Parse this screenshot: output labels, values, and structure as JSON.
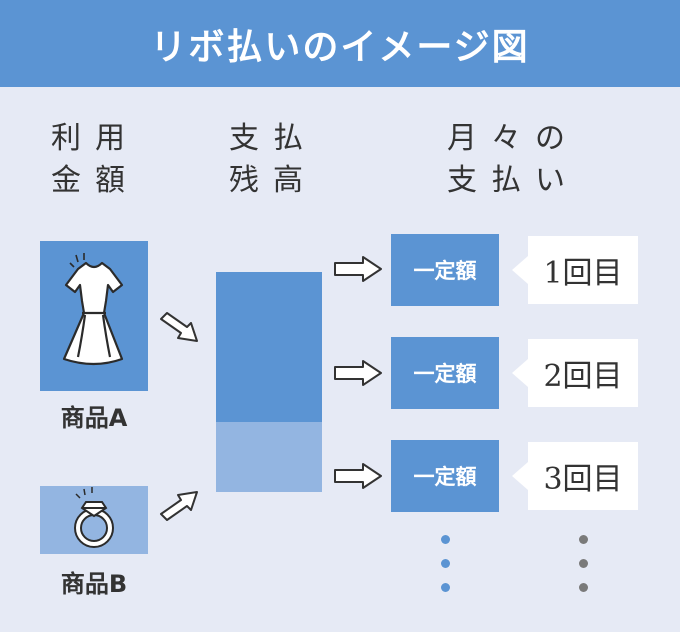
{
  "title": "リボ払いのイメージ図",
  "columns": {
    "usage": [
      "利用",
      "金額"
    ],
    "balance": [
      "支払",
      "残高"
    ],
    "monthly": [
      "月々の",
      "支払い"
    ]
  },
  "products": [
    {
      "label": "商品A",
      "icon": "dress-icon"
    },
    {
      "label": "商品B",
      "icon": "ring-icon"
    }
  ],
  "payments": [
    {
      "amount_label": "一定額",
      "count_label": "1回目"
    },
    {
      "amount_label": "一定額",
      "count_label": "2回目"
    },
    {
      "amount_label": "一定額",
      "count_label": "3回目"
    }
  ],
  "colors": {
    "header": "#5b94d3",
    "background": "#e6eaf5",
    "primary_block": "#5b94d3",
    "secondary_block": "#93b5e1",
    "text": "#333333"
  }
}
